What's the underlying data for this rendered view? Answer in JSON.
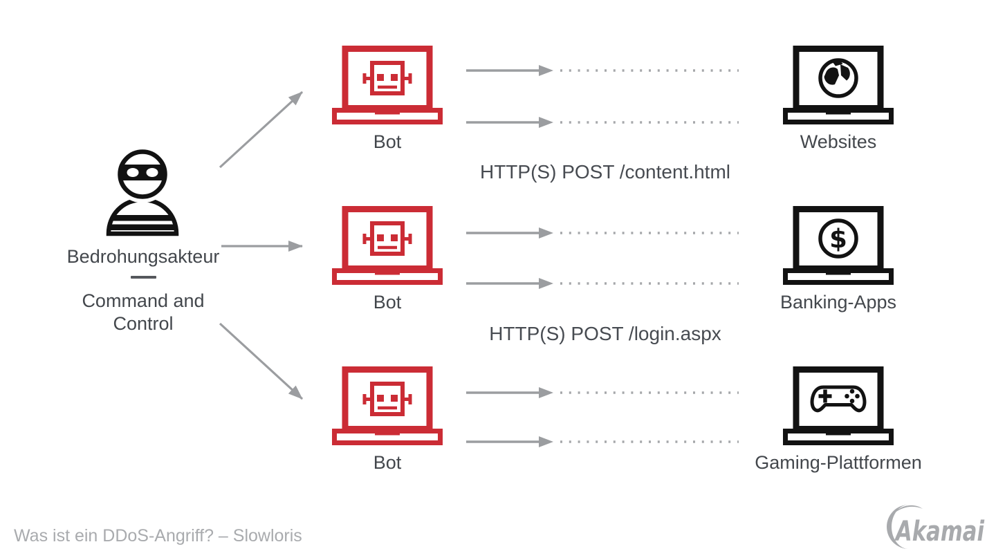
{
  "colors": {
    "bot_red": "#cb2c35",
    "target_black": "#121212",
    "arrow_gray": "#9b9da0",
    "text_dark": "#43474c",
    "footer_gray": "#a9abae",
    "logo_gray": "#a8aaad"
  },
  "threat_actor": {
    "icon": "burglar-icon",
    "label": "Bedrohungsakteur",
    "sublabel_line1": "Command and",
    "sublabel_line2": "Control"
  },
  "bots": [
    {
      "label": "Bot",
      "icon": "robot-laptop-icon"
    },
    {
      "label": "Bot",
      "icon": "robot-laptop-icon"
    },
    {
      "label": "Bot",
      "icon": "robot-laptop-icon"
    }
  ],
  "targets": [
    {
      "label": "Websites",
      "icon": "globe-laptop-icon"
    },
    {
      "label": "Banking-Apps",
      "icon": "dollar-laptop-icon",
      "symbol": "$"
    },
    {
      "label": "Gaming-Plattformen",
      "icon": "gamepad-laptop-icon"
    }
  ],
  "requests": [
    {
      "label": "HTTP(S) POST /content.html"
    },
    {
      "label": "HTTP(S) POST /login.aspx"
    }
  ],
  "footer": {
    "caption": "Was ist ein DDoS-Angriff? – Slowloris",
    "logo": "Akamai"
  }
}
